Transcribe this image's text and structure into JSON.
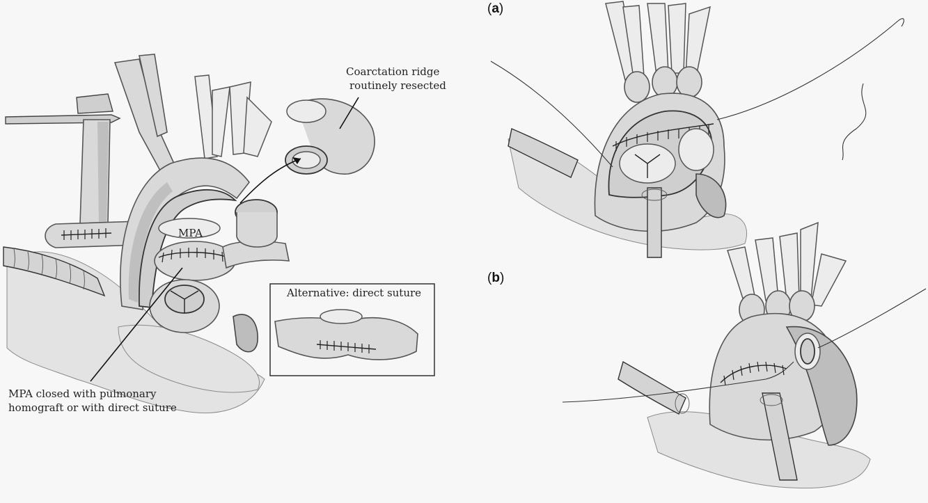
{
  "panels": [
    {
      "id": "a",
      "label": "(a)"
    },
    {
      "id": "b",
      "label": "(b)"
    }
  ],
  "annotations": {
    "coarctation_line1": "Coarctation ridge",
    "coarctation_line2": "routinely resected",
    "mpa": "MPA",
    "inset_title": "Alternative: direct suture",
    "mpa_closed_line1": "MPA closed with pulmonary",
    "mpa_closed_line2": "homograft or with direct suture"
  },
  "colors": {
    "background": "#f7f7f7",
    "ink": "#222222",
    "vessel": "#d9d9d9"
  }
}
